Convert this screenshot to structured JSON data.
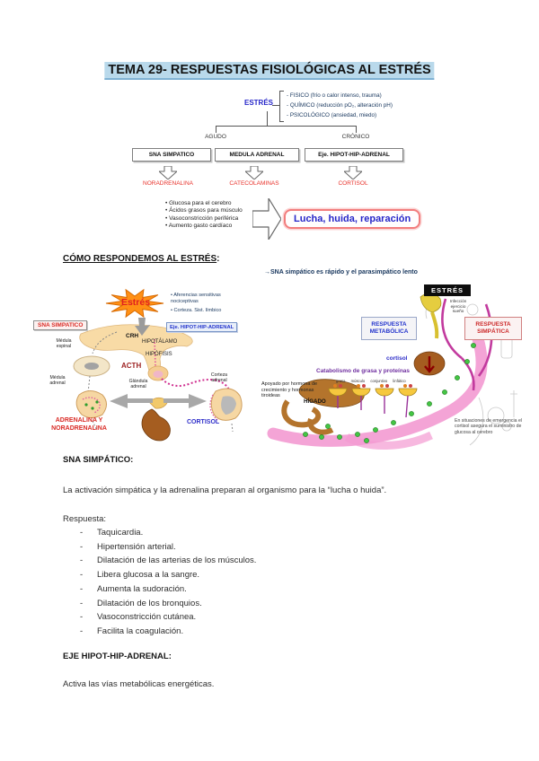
{
  "page": {
    "title": "TEMA 29- RESPUESTAS FISIOLÓGICAS AL ESTRÉS"
  },
  "colors": {
    "title_highlight": "#b9d9eb",
    "accent_blue": "#2626c9",
    "navy": "#17365d",
    "accent_red": "#e8312a",
    "outcome_border": "#f27d7d",
    "purple": "#7030a0"
  },
  "flowchart": {
    "root_label": "ESTRÉS",
    "stressors": [
      "FISICO (frío o calor intenso, trauma)",
      "QUÍMICO (reducción pO₂, alteración pH)",
      "PSICOLÓGICO (ansiedad, miedo)"
    ],
    "branch_left": "AGUDO",
    "branch_right": "CRÓNICO",
    "systems": [
      "SNA SIMPATICO",
      "MEDULA ADRENAL",
      "Eje. HIPOT-HIP-ADRENAL"
    ],
    "mediators": [
      "NORADRENALINA",
      "CATECOLAMINAS",
      "CORTISOL"
    ],
    "effects": [
      "Glucosa para el cerebro",
      "Ácidos grasos para músculo",
      "Vasoconstricción periférica",
      "Aumento gasto cardíaco"
    ],
    "outcome": "Lucha, huida, reparación"
  },
  "sections": {
    "heading": "CÓMO RESPONDEMOS AL ESTRÉS",
    "heading_colon": ":",
    "note": "→SNA simpático es rápido y el parasimpático lento"
  },
  "left_diagram": {
    "burst_label": "Estrés",
    "afferents": [
      "Aferencias sensitivas nociceptivas",
      "Corteza. Sist. límbico"
    ],
    "box_sympathetic": "SNA SIMPATICO",
    "box_axis": "Eje. HIPOT-HIP-ADRENAL",
    "labels": {
      "crh": "CRH",
      "hypothalamus": "HIPOTÁLAMO",
      "pituitary": "HIPÓFISIS",
      "acth": "ACTH",
      "spinal_cord": "Médula espinal",
      "adrenal_medulla": "Médula adrenal",
      "adrenal_gland": "Glándula adrenal",
      "adrenal_cortex": "Corteza adrenal"
    },
    "output_left": "ADRENALINA Y NORADRENALINA",
    "output_right": "CORTISOL"
  },
  "right_diagram": {
    "title": "ESTRÉS",
    "triggers": [
      "Infección",
      "ejercicio",
      "sueño"
    ],
    "box_metabolic": "RESPUESTA METABÓLICA",
    "box_sympathetic": "RESPUESTA SIMPÁTICA",
    "cortisol_label": "cortisol",
    "catabolism_label": "Catabolismo de grasa y proteínas",
    "tissues": "grasa músculo conjuntivo linfático",
    "support_note": "Apoyado por hormona de crecimiento y hormonas tiroideas",
    "liver_label": "HÍGADO",
    "emergency_note": "En situaciones de emergencia el cortisol asegura el suministro de glucosa al cerebro"
  },
  "body": {
    "sympathetic_heading": "SNA SIMPÁTICO:",
    "sympathetic_intro": "La activación simpática y la adrenalina preparan al organismo para la “lucha o huida”.",
    "response_label": "Respuesta:",
    "responses": [
      "Taquicardia.",
      "Hipertensión arterial.",
      "Dilatación de las arterias de los músculos.",
      "Libera glucosa a la sangre.",
      "Aumenta la sudoración.",
      "Dilatación de los bronquios.",
      "Vasoconstricción cutánea.",
      "Facilita la coagulación."
    ],
    "axis_heading": "EJE HIPOT-HIP-ADRENAL:",
    "axis_text": "Activa las vías metabólicas energéticas."
  }
}
